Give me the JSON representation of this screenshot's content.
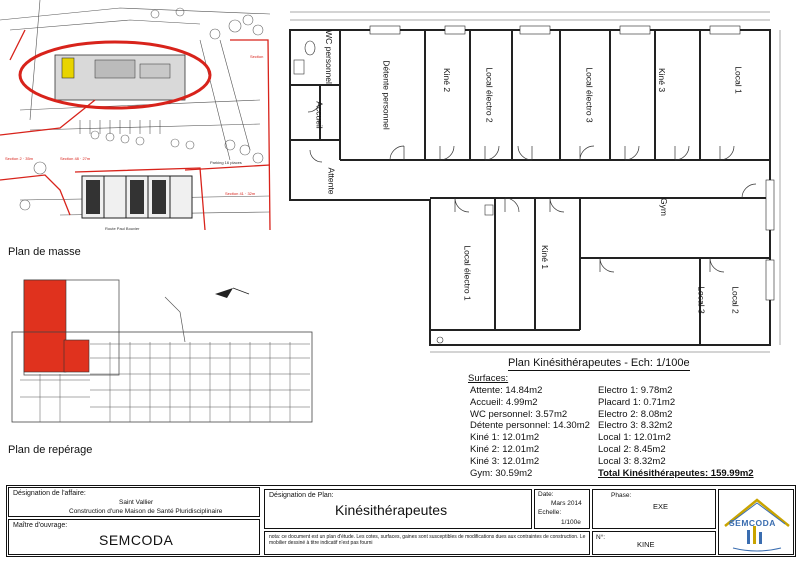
{
  "site_plan": {
    "title": "Plan de masse",
    "street_1": "Parking 16 places",
    "street_2": "Route Paul Bouvier"
  },
  "locator_plan": {
    "title": "Plan de repérage"
  },
  "floor_plan": {
    "title": "Plan Kinésithérapeutes - Ech: 1/100e",
    "rooms": {
      "wc": "WC personnel",
      "detente": "Détente personnel",
      "accueil": "Accueil",
      "attente": "Attente",
      "kine2": "Kiné 2",
      "local_electro2": "Local électro 2",
      "local_electro3": "Local électro 3",
      "kine3": "Kiné 3",
      "local1": "Local 1",
      "gym": "Gym",
      "local_electro1": "Local électro 1",
      "kine1": "Kiné 1",
      "local3": "Local 3",
      "local2": "Local 2"
    }
  },
  "surfaces": {
    "heading": "Surfaces:",
    "left": [
      "Attente: 14.84m2",
      "Accueil: 4.99m2",
      "WC personnel: 3.57m2",
      "Détente personnel: 14.30m2",
      "Kiné 1: 12.01m2",
      "Kiné 2: 12.01m2",
      "Kiné 3: 12.01m2",
      "Gym: 30.59m2"
    ],
    "right": [
      "Electro 1: 9.78m2",
      "Placard 1: 0.71m2",
      "Electro 2: 8.08m2",
      "Electro 3: 8.32m2",
      "Local 1: 12.01m2",
      "Local 2: 8.45m2",
      "Local 3: 8.32m2"
    ],
    "total": "Total Kinésithérapeutes: 159.99m2"
  },
  "cartouche": {
    "affaire_label": "Désignation de l'affaire:",
    "affaire_line1": "Saint Vallier",
    "affaire_line2": "Construction d'une Maison de Santé Pluridisciplinaire",
    "ouvrage_label": "Maître d'ouvrage:",
    "ouvrage_value": "SEMCODA",
    "plan_label": "Désignation de Plan:",
    "plan_value": "Kinésithérapeutes",
    "date_label": "Date:",
    "date_value": "Mars 2014",
    "echelle_label": "Echelle:",
    "echelle_value": "1/100e",
    "phase_label": "Phase:",
    "phase_value": "EXE",
    "code_label": "N°:",
    "code_value": "KINE",
    "note": "nota: ce document est un plan d'étude. Les cotes, surfaces, gaines sont susceptibles de modifications dues aux contraintes de construction. Le mobilier dessiné à titre indicatif n'est pas fourni",
    "logo_text": "SEMCODA"
  },
  "colors": {
    "red_highlight": "#e0321e",
    "red_line": "#d8231b",
    "line": "#222222"
  }
}
